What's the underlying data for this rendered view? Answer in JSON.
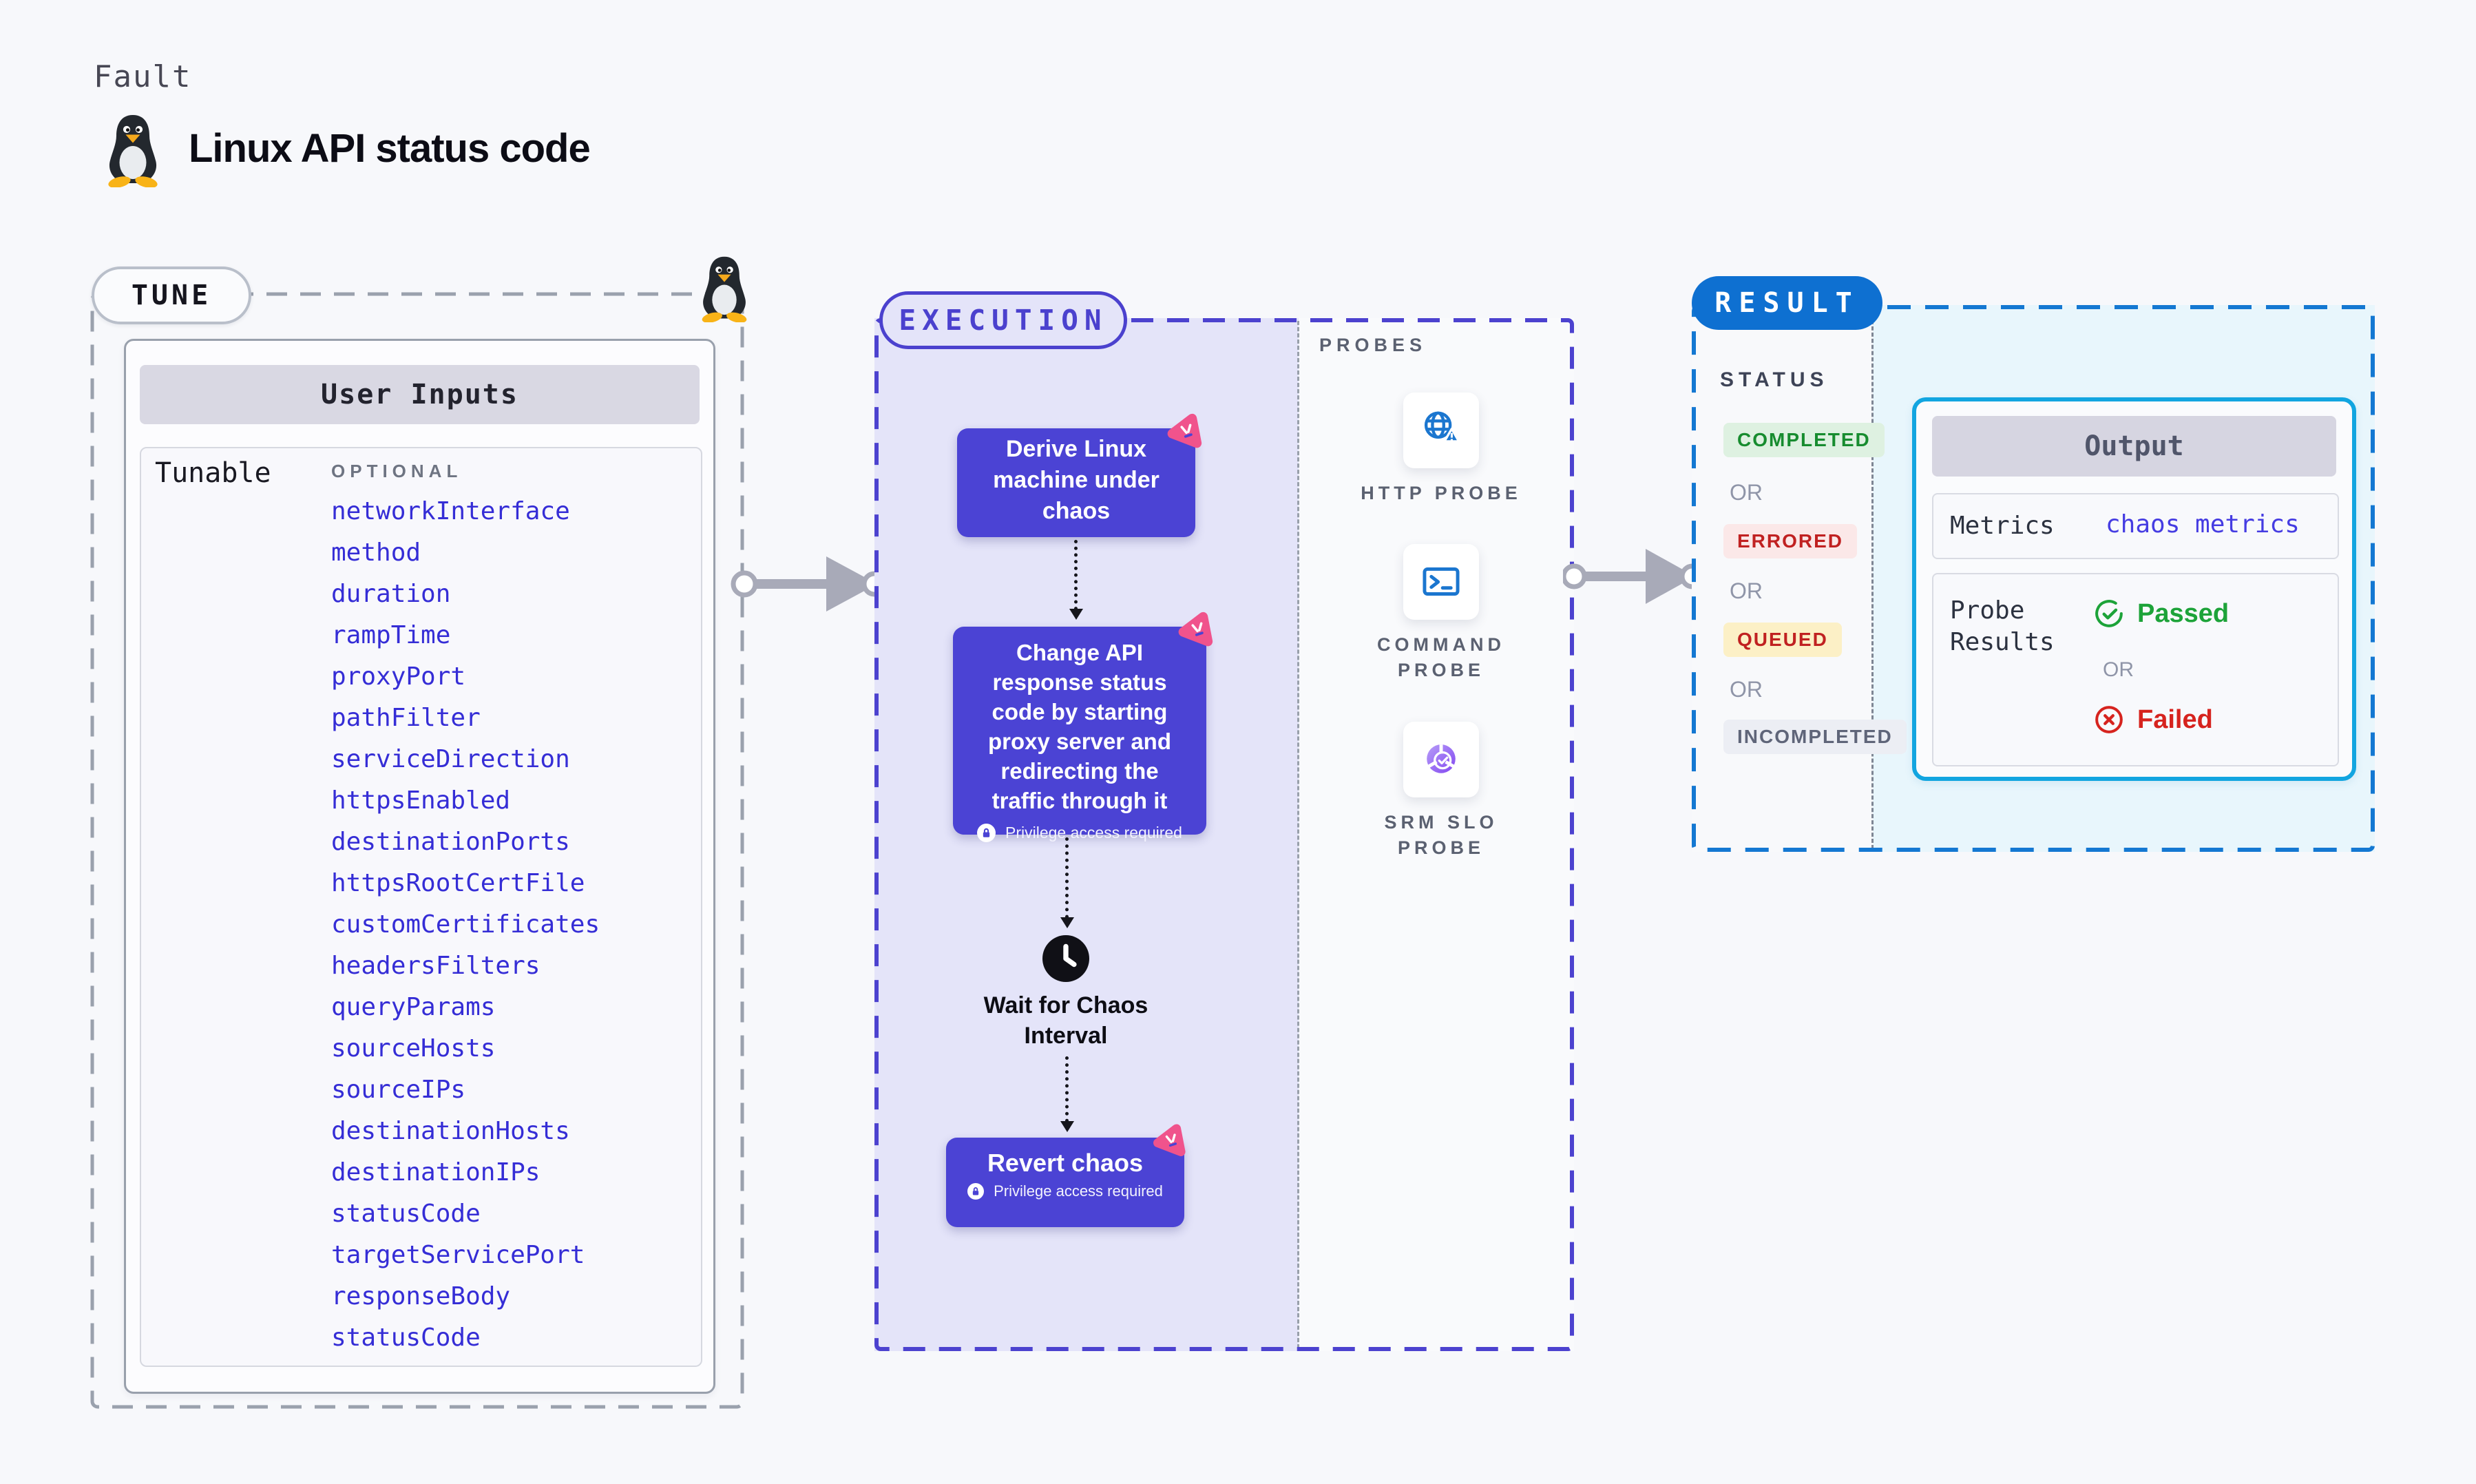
{
  "page": {
    "kicker": "Fault",
    "title": "Linux API status code"
  },
  "tune": {
    "badge": "TUNE",
    "panel_title": "User Inputs",
    "row_label": "Tunable",
    "column_label": "OPTIONAL",
    "tunables": [
      "networkInterface",
      "method",
      "duration",
      "rampTime",
      "proxyPort",
      "pathFilter",
      "serviceDirection",
      "httpsEnabled",
      "destinationPorts",
      "httpsRootCertFile",
      "customCertificates",
      "headersFilters",
      "queryParams",
      "sourceHosts",
      "sourceIPs",
      "destinationHosts",
      "destinationIPs",
      "statusCode",
      "targetServicePort",
      "responseBody",
      "statusCode"
    ]
  },
  "execution": {
    "badge": "EXECUTION",
    "node1": {
      "label": "Derive Linux machine under chaos"
    },
    "node2": {
      "label": "Change API response status code by starting proxy server and redirecting the traffic through it",
      "privilege": "Privilege access required"
    },
    "wait": {
      "label": "Wait for Chaos Interval"
    },
    "node3": {
      "label": "Revert chaos",
      "privilege": "Privilege access required"
    },
    "probes": {
      "heading": "PROBES",
      "items": [
        {
          "label": "HTTP PROBE",
          "icon": "globe-alert-icon"
        },
        {
          "label": "COMMAND PROBE",
          "icon": "terminal-icon"
        },
        {
          "label": "SRM SLO PROBE",
          "icon": "slo-donut-icon"
        }
      ]
    }
  },
  "result": {
    "badge": "RESULT",
    "status_heading": "STATUS",
    "or_label": "OR",
    "statuses": [
      {
        "label": "COMPLETED",
        "type": "success"
      },
      {
        "label": "ERRORED",
        "type": "error"
      },
      {
        "label": "QUEUED",
        "type": "warning"
      },
      {
        "label": "INCOMPLETED",
        "type": "muted"
      }
    ],
    "output": {
      "title": "Output",
      "metrics_label": "Metrics",
      "metrics_value": "chaos metrics",
      "probe_results_label": "Probe Results",
      "passed_label": "Passed",
      "or_label": "OR",
      "failed_label": "Failed"
    }
  },
  "colors": {
    "accent_indigo": "#4b43d4",
    "execution_border": "#4c42cf",
    "lavender_fill": "#e4e4f9",
    "tune_border_gray": "#9aa1ad",
    "result_border_blue": "#1478d2",
    "result_pill_blue": "#0e70d1",
    "output_border_cyan": "#12a5e0",
    "output_fill_cyan": "#e8f6fc",
    "tunable_link_blue": "#352dd6",
    "chaos_pink": "#f0538c",
    "probe_icon_blue": "#1b76cf",
    "status_completed_bg": "#def1e1",
    "status_completed_text": "#178c2f",
    "status_errored_bg": "#fbe8e8",
    "status_errored_text": "#c02121",
    "status_queued_bg": "#fcf0c6",
    "status_queued_text": "#c02121",
    "status_incompleted_bg": "#eceef4",
    "status_incompleted_text": "#5f6579",
    "passed_green": "#1da339",
    "failed_red": "#d6231e"
  }
}
